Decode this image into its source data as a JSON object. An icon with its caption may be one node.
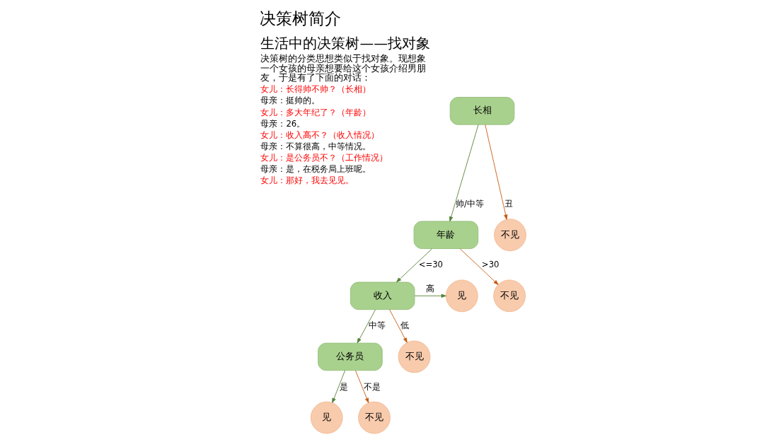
{
  "diagram": {
    "title": "决策树简介",
    "nodes": [
      {
        "text": [
          "长相"
        ]
      },
      {
        "text": [
          "年龄"
        ]
      },
      {
        "text": [
          "不见"
        ]
      },
      {
        "text": [
          "收入"
        ]
      },
      {
        "text": [
          "不见"
        ]
      },
      {
        "text": [
          "见"
        ]
      },
      {
        "text": [
          "公务员"
        ]
      },
      {
        "text": [
          "不见"
        ]
      },
      {
        "text": [
          "见"
        ]
      },
      {
        "text": [
          "不见"
        ]
      }
    ],
    "edges": [
      {
        "from": 0,
        "to": 1,
        "arrow": "to",
        "label": "帅/中等"
      },
      {
        "from": 0,
        "to": 2,
        "arrow": "to",
        "label": "丑",
        "color": "#c55a11"
      },
      {
        "from": 1,
        "to": 3,
        "arrow": "to",
        "label": "<=30"
      },
      {
        "from": 1,
        "to": 4,
        "arrow": "to",
        "label": ">30",
        "color": "#c55a11"
      },
      {
        "from": 3,
        "to": 5,
        "arrow": "to",
        "label": "高"
      },
      {
        "from": 3,
        "to": 6,
        "arrow": "to",
        "label": "中等"
      },
      {
        "from": 3,
        "to": 7,
        "arrow": "to",
        "label": "低",
        "color": "#c55a11"
      },
      {
        "from": 6,
        "to": 8,
        "arrow": "to",
        "label": "是"
      },
      {
        "from": 6,
        "to": 9,
        "arrow": "to",
        "label": "不是",
        "color": "#c55a11"
      }
    ],
    "labels": [
      "生活中的决策树——找对象",
      "决策树的分类思想类似于找对象。现想象一个女孩的母亲想要给这个女孩介绍男朋友，于是有了下面的对话：",
      "女儿：长得帅不帅？（长相）",
      "母亲：挺帅的。",
      "女儿：多大年纪了？（年龄）",
      "母亲：26。",
      "女儿：收入高不？（收入情况）",
      "母亲：不算很高，中等情况。",
      "女儿：是公务员不？（工作情况）",
      "母亲：是，在税务局上班呢。",
      "女儿：那好，我去见见。"
    ]
  }
}
